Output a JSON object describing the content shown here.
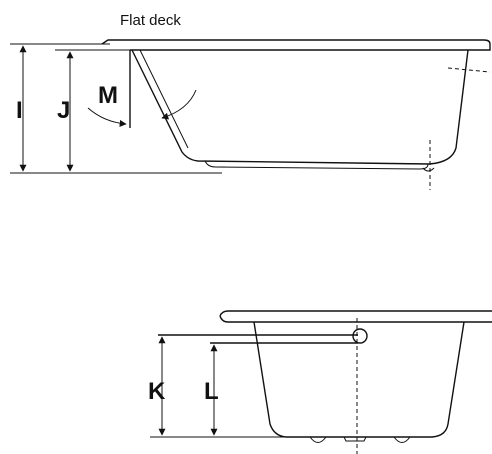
{
  "caption": "Flat deck",
  "labels": {
    "i": "I",
    "j": "J",
    "m": "M",
    "k": "K",
    "l": "L"
  },
  "colors": {
    "line": "#111111",
    "background": "#ffffff"
  }
}
